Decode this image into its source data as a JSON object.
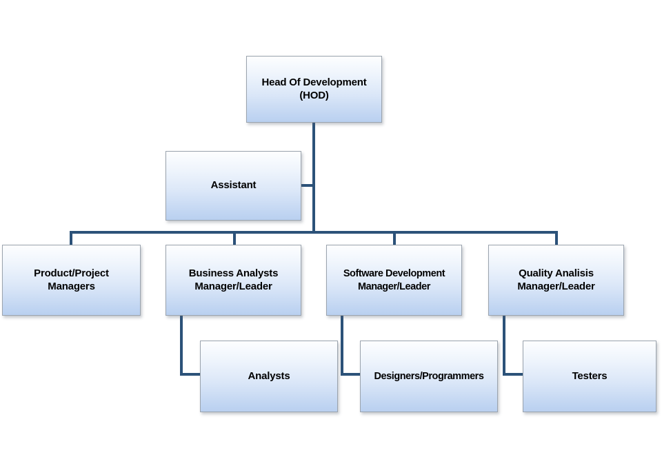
{
  "diagram": {
    "title": "Head Of Development organizational chart",
    "type": "org-chart",
    "accent_line_color": "#2c5279",
    "box_border_color": "#9aa3ad",
    "box_fill_top": "#fdfeff",
    "box_fill_bottom": "#b9d0f0",
    "text_color": "#000000"
  },
  "nodes": {
    "hod": {
      "label": "Head Of Development\n(HOD)"
    },
    "assistant": {
      "label": "Assistant"
    },
    "product_managers": {
      "label": "Product/Project\nManagers"
    },
    "business_analysts": {
      "label": "Business Analysts\nManager/Leader"
    },
    "software_development": {
      "label": "Software Development\nManager/Leader"
    },
    "quality_analysis": {
      "label": "Quality Analisis\nManager/Leader"
    },
    "analysts": {
      "label": "Analysts"
    },
    "designers_programmers": {
      "label": "Designers/Programmers"
    },
    "testers": {
      "label": "Testers"
    }
  }
}
